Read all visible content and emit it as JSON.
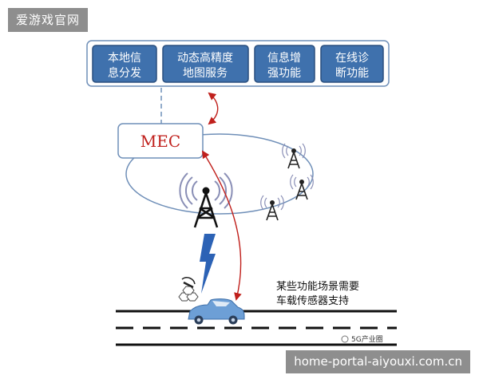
{
  "site_badge": "爱游戏官网",
  "url_badge": "home-portal-aiyouxi.com.cn",
  "diagram": {
    "services": [
      {
        "lines": [
          "本地信",
          "息分发"
        ]
      },
      {
        "lines": [
          "动态高精度",
          "地图服务"
        ]
      },
      {
        "lines": [
          "信息增",
          "强功能"
        ]
      },
      {
        "lines": [
          "在线诊",
          "断功能"
        ]
      }
    ],
    "mec_label": "MEC",
    "note_lines": [
      "某些功能场景需要",
      "车载传感器支持"
    ],
    "watermark": "5G产业圈"
  },
  "colors": {
    "service_fill": "#3f71ad",
    "service_stroke": "#2a4f7e",
    "outer_box": "#6f8fb8",
    "mec_text": "#c0201c",
    "arrow": "#c0201c",
    "lightning": "#2c62b5",
    "car": "#6d9fd6",
    "road": "#111111"
  }
}
